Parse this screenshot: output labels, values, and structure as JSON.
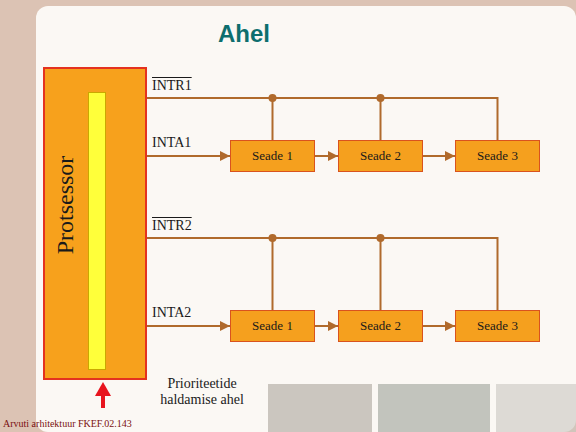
{
  "diagram": {
    "title": "Ahel",
    "nodes": [
      {
        "text": [
          "Protsessor"
        ]
      },
      {
        "text": [
          "Seade 1"
        ]
      },
      {
        "text": [
          "Seade 2"
        ]
      },
      {
        "text": [
          "Seade 3"
        ]
      },
      {
        "text": [
          "Seade 1"
        ]
      },
      {
        "text": [
          "Seade 2"
        ]
      },
      {
        "text": [
          "Seade 3"
        ]
      }
    ],
    "edges": [
      {
        "from": 0,
        "to": 1,
        "arrow": "none",
        "label": "INTR1"
      },
      {
        "from": 0,
        "to": 2,
        "arrow": "none"
      },
      {
        "from": 0,
        "to": 3,
        "arrow": "none"
      },
      {
        "from": 0,
        "to": 1,
        "arrow": "to",
        "label": "INTA1"
      },
      {
        "from": 1,
        "to": 2,
        "arrow": "to"
      },
      {
        "from": 2,
        "to": 3,
        "arrow": "to"
      },
      {
        "from": 0,
        "to": 4,
        "arrow": "none",
        "label": "INTR2"
      },
      {
        "from": 0,
        "to": 5,
        "arrow": "none"
      },
      {
        "from": 0,
        "to": 6,
        "arrow": "none"
      },
      {
        "from": 0,
        "to": 4,
        "arrow": "to",
        "label": "INTA2"
      },
      {
        "from": 4,
        "to": 5,
        "arrow": "to"
      },
      {
        "from": 5,
        "to": 6,
        "arrow": "to"
      }
    ],
    "labels": [
      "Prioriteetide haldamise ahel",
      "Arvuti arhitektuur FKEF.02.143"
    ]
  }
}
